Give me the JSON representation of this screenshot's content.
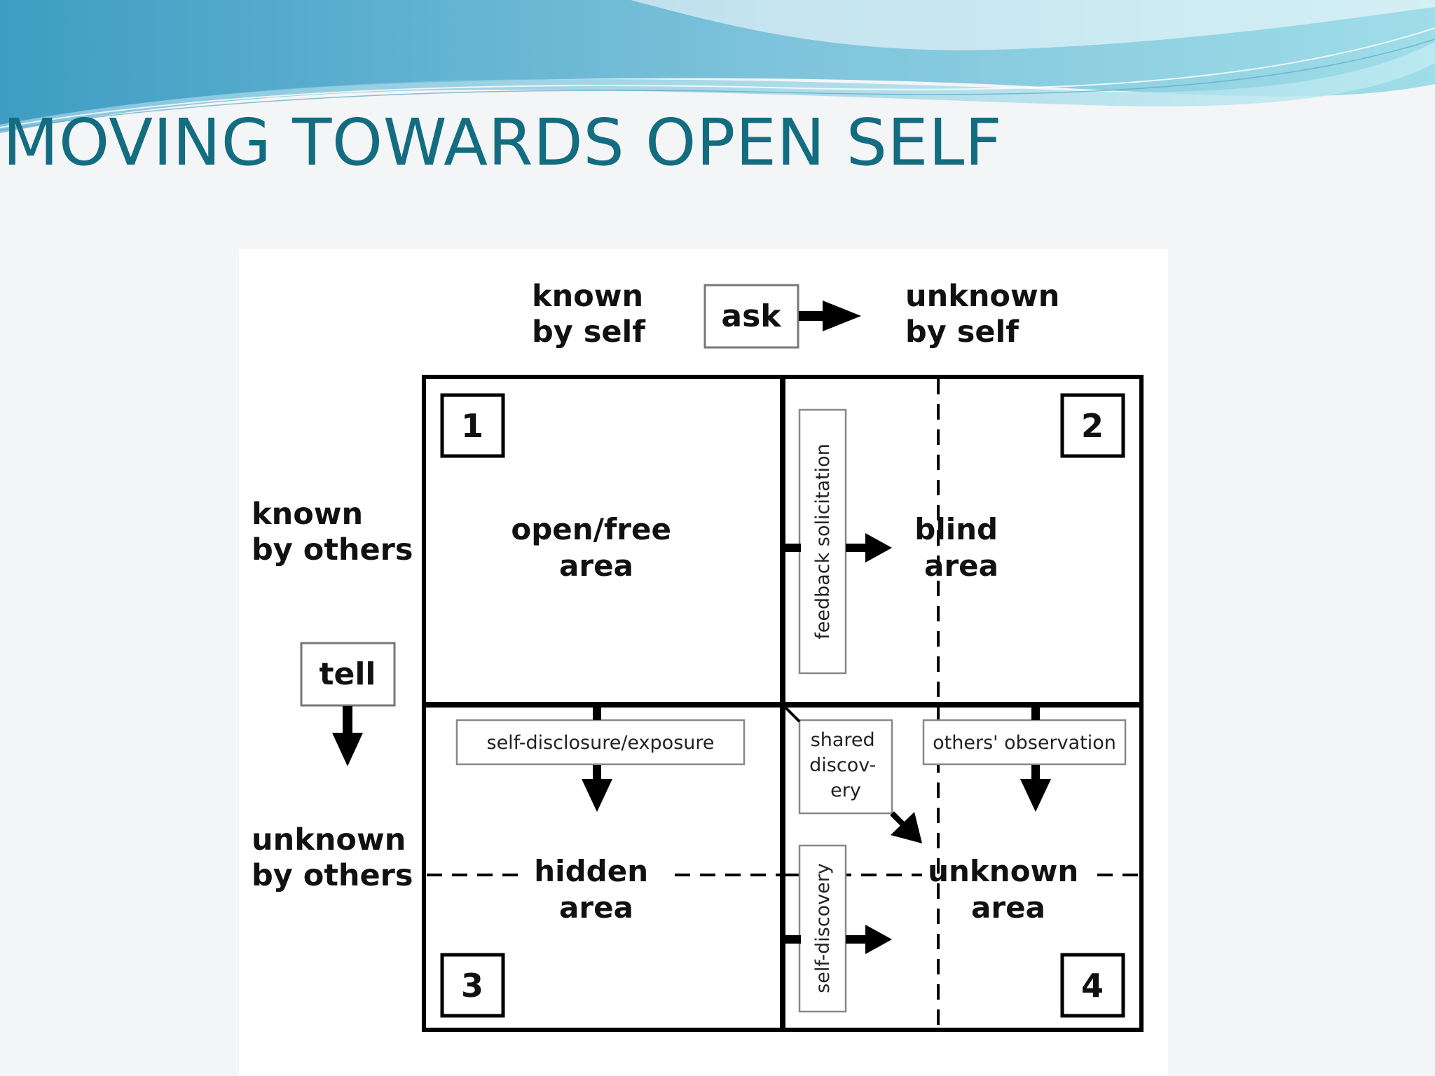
{
  "slide": {
    "title": "MOVING TOWARDS OPEN SELF",
    "title_color": "#136c80",
    "banner_colors": [
      "#3e9dc3",
      "#7fcde0",
      "#bfe8f0"
    ]
  },
  "diagram": {
    "header": {
      "known_by_self": [
        "known",
        "by self"
      ],
      "unknown_by_self": [
        "unknown",
        "by self"
      ],
      "ask_label": "ask"
    },
    "side": {
      "known_by_others": [
        "known",
        "by others"
      ],
      "unknown_by_others": [
        "unknown",
        "by others"
      ],
      "tell_label": "tell"
    },
    "quadrants": [
      {
        "number": "1",
        "name": [
          "open/free",
          "area"
        ]
      },
      {
        "number": "2",
        "name": [
          "blind",
          "area"
        ]
      },
      {
        "number": "3",
        "name": [
          "hidden",
          "area"
        ]
      },
      {
        "number": "4",
        "name": [
          "unknown",
          "area"
        ]
      }
    ],
    "processes": {
      "feedback": "feedback solicitation",
      "self_disclosure": "self-disclosure/exposure",
      "shared_discovery": [
        "shared",
        "discov-",
        "ery"
      ],
      "others_observation": "others' observation",
      "self_discovery": "self-discovery"
    }
  }
}
